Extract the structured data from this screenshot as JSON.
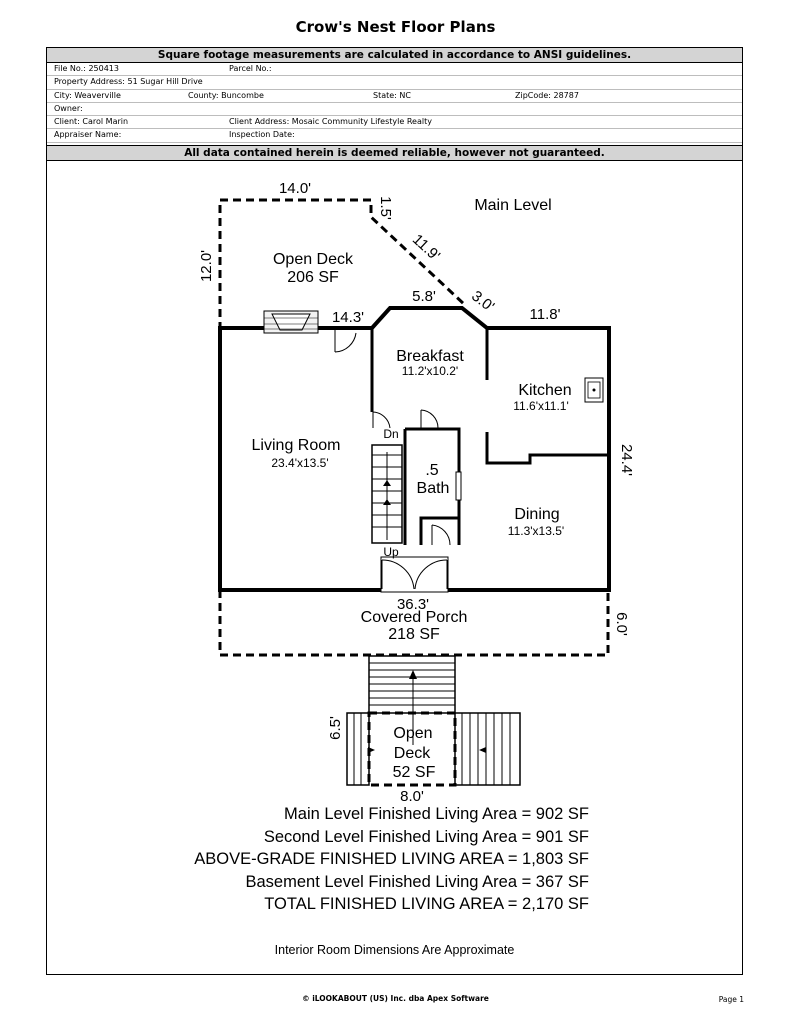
{
  "title": "Crow's Nest Floor Plans",
  "header": {
    "band_top": "Square footage measurements are calculated in accordance to ANSI guidelines.",
    "band_mid": "All data contained herein is deemed reliable, however not guaranteed.",
    "file_no": "File No.: 250413",
    "parcel_no": "Parcel No.:",
    "property_address": "Property Address: 51 Sugar Hill Drive",
    "city": "City: Weaverville",
    "county": "County: Buncombe",
    "state": "State: NC",
    "zipcode": "ZipCode: 28787",
    "owner": "Owner:",
    "client": "Client: Carol Marin",
    "client_address": "Client Address: Mosaic Community Lifestyle Realty",
    "appraiser": "Appraiser Name:",
    "inspection_date": "Inspection Date:"
  },
  "plan": {
    "level": "Main Level",
    "dims": {
      "deck_top": "14.0'",
      "deck_side": "12.0'",
      "deck_short": "1.5'",
      "deck_diag": "11.9'",
      "wall_left": "14.3'",
      "bay_top": "5.8'",
      "bay_right": "3.0'",
      "wall_right": "11.8'",
      "house_right": "24.4'",
      "house_bottom": "36.3'",
      "porch_side": "6.0'",
      "lower_deck_side": "6.5'",
      "lower_deck_bottom": "8.0'"
    },
    "rooms": {
      "open_deck_name": "Open Deck",
      "open_deck_area": "206 SF",
      "breakfast_name": "Breakfast",
      "breakfast_dim": "11.2'x10.2'",
      "kitchen_name": "Kitchen",
      "kitchen_dim": "11.6'x11.1'",
      "living_name": "Living Room",
      "living_dim": "23.4'x13.5'",
      "bath_name_1": ".5",
      "bath_name_2": "Bath",
      "dining_name": "Dining",
      "dining_dim": "11.3'x13.5'",
      "porch_name": "Covered Porch",
      "porch_area": "218 SF",
      "lower_deck_name_1": "Open",
      "lower_deck_name_2": "Deck",
      "lower_deck_area": "52 SF",
      "stair_dn": "Dn",
      "stair_up": "Up"
    }
  },
  "summary": [
    "Main Level Finished Living Area = 902 SF",
    "Second Level Finished Living Area = 901 SF",
    "ABOVE-GRADE FINISHED LIVING AREA = 1,803 SF",
    "Basement Level Finished Living Area = 367 SF",
    "TOTAL FINISHED LIVING AREA = 2,170 SF"
  ],
  "note": "Interior Room Dimensions Are Approximate",
  "footer": "© iLOOKABOUT (US) Inc. dba Apex Software",
  "page": "Page 1"
}
